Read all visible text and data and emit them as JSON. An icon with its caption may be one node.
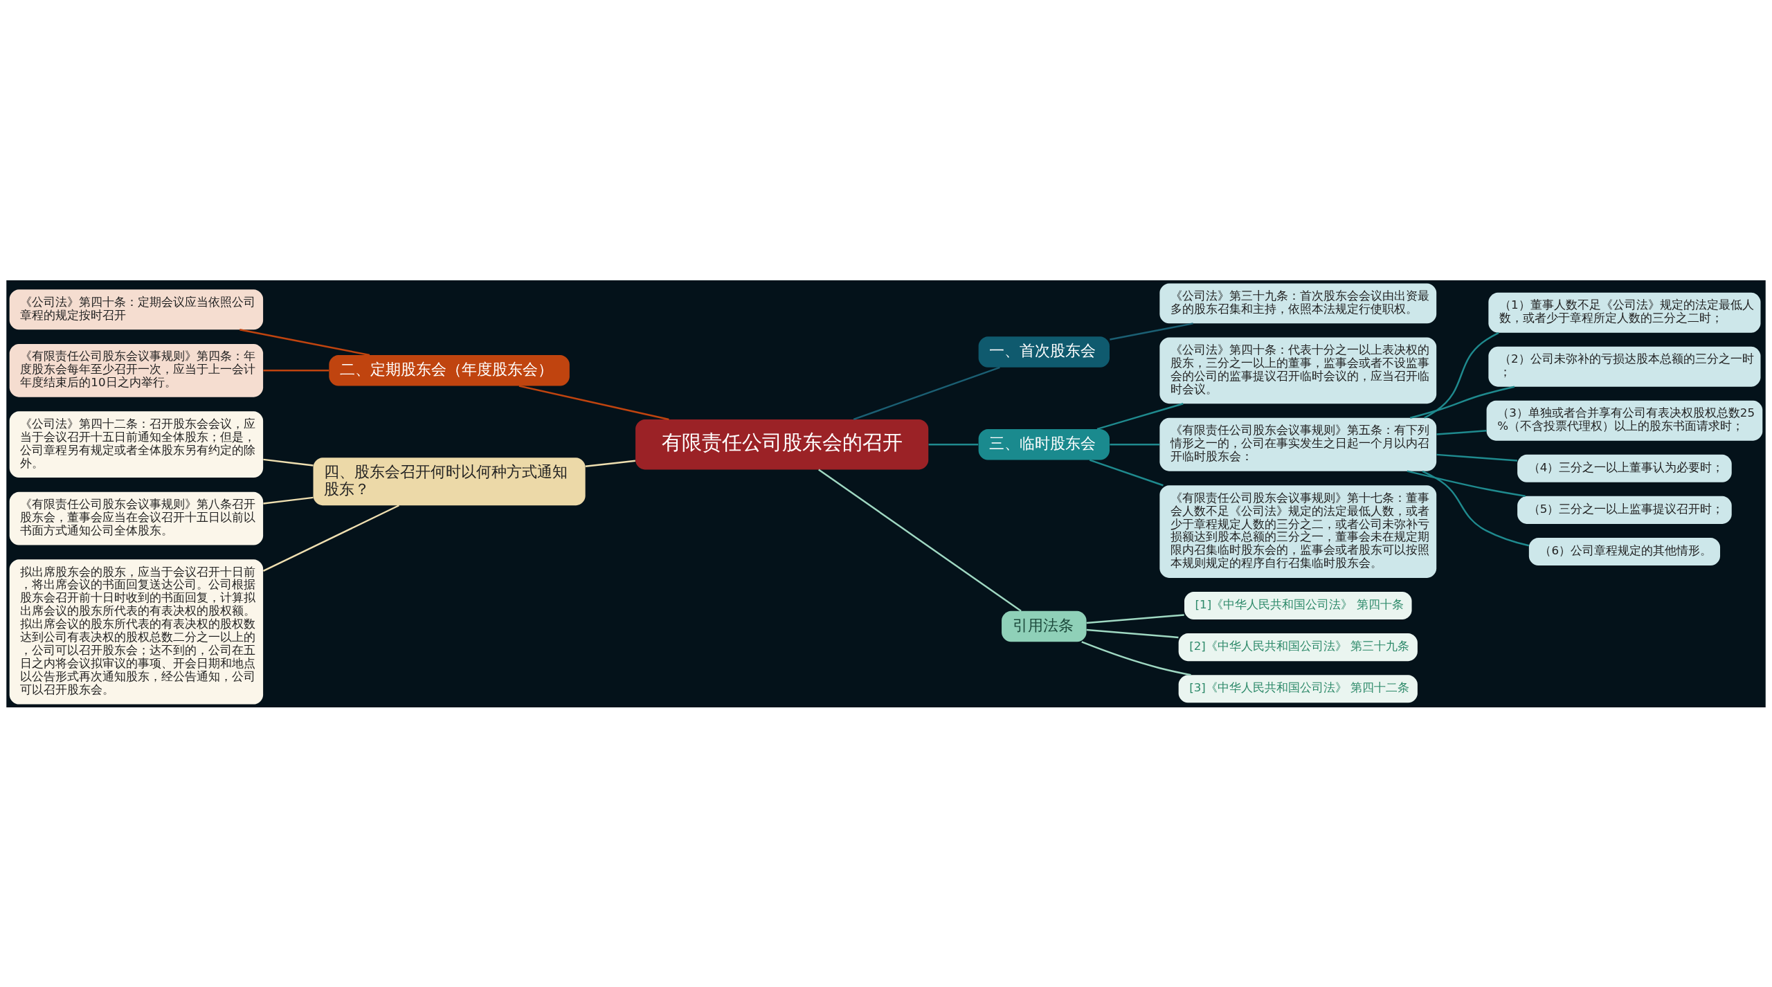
{
  "diagram": {
    "nodes": [
      {
        "text": [
          "有限责任公司股东会的召开"
        ]
      },
      {
        "text": [
          "一、首次股东会"
        ]
      },
      {
        "text": [
          "《公司法》第三十九条：首次股东会会议由出资最多的股东召集和主持，依照本法规定行使职权。"
        ]
      },
      {
        "text": [
          "二、定期股东会（年度股东会）"
        ]
      },
      {
        "text": [
          "《公司法》第四十条：定期会议应当依照公司章程的规定按时召开"
        ]
      },
      {
        "text": [
          "《有限责任公司股东会议事规则》第四条：年度股东会每年至少召开一次，应当于上一会计年度结束后的10日之内举行。"
        ]
      },
      {
        "text": [
          "三、临时股东会"
        ]
      },
      {
        "text": [
          "《公司法》第四十条：代表十分之一以上表决权的股东，三分之一以上的董事，监事会或者不设监事会的公司的监事提议召开临时会议的，应当召开临时会议。"
        ]
      },
      {
        "text": [
          "《有限责任公司股东会议事规则》第五条：有下列情形之一的，公司在事实发生之日起一个月以内召开临时股东会："
        ]
      },
      {
        "text": [
          "（1）董事人数不足《公司法》规定的法定最低人数，或者少于章程所定人数的三分之二时；"
        ]
      },
      {
        "text": [
          "（2）公司未弥补的亏损达股本总额的三分之一时；"
        ]
      },
      {
        "text": [
          "（3）单独或者合并享有公司有表决权股权总数25%（不含投票代理权）以上的股东书面请求时；"
        ]
      },
      {
        "text": [
          "（4）三分之一以上董事认为必要时；"
        ]
      },
      {
        "text": [
          "（5）三分之一以上监事提议召开时；"
        ]
      },
      {
        "text": [
          "（6）公司章程规定的其他情形。"
        ]
      },
      {
        "text": [
          "《有限责任公司股东会议事规则》第十七条：董事会人数不足《公司法》规定的法定最低人数，或者少于章程规定人数的三分之二，或者公司未弥补亏损额达到股本总额的三分之一，董事会未在规定期限内召集临时股东会的，监事会或者股东可以按照本规则规定的程序自行召集临时股东会。"
        ]
      },
      {
        "text": [
          "四、股东会召开何时以何种方式通知股东？"
        ]
      },
      {
        "text": [
          "《公司法》第四十二条：召开股东会会议，应当于会议召开十五日前通知全体股东；但是，公司章程另有规定或者全体股东另有约定的除外。"
        ]
      },
      {
        "text": [
          "《有限责任公司股东会议事规则》第八条召开股东会，董事会应当在会议召开十五日以前以书面方式通知公司全体股东。"
        ]
      },
      {
        "text": [
          "拟出席股东会的股东，应当于会议召开十日前，将出席会议的书面回复送达公司。公司根据股东会召开前十日时收到的书面回复，计算拟出席会议的股东所代表的有表决权的股权额。拟出席会议的股东所代表的有表决权的股权数达到公司有表决权的股权总数二分之一以上的，公司可以召开股东会；达不到的，公司在五日之内将会议拟审议的事项、开会日期和地点以公告形式再次通知股东，经公告通知，公司可以召开股东会。"
        ]
      },
      {
        "text": [
          "引用法条"
        ]
      },
      {
        "text": [
          "[1]《中华人民共和国公司法》 第四十条"
        ]
      },
      {
        "text": [
          "[2]《中华人民共和国公司法》 第三十九条"
        ]
      },
      {
        "text": [
          "[3]《中华人民共和国公司法》 第四十二条"
        ]
      }
    ],
    "edges": [
      {
        "from": 0,
        "to": 1,
        "arrow": "none",
        "color": "#1b5f73"
      },
      {
        "from": 1,
        "to": 2,
        "arrow": "none",
        "color": "#1b5f73"
      },
      {
        "from": 0,
        "to": 3,
        "arrow": "none",
        "color": "#c0440f"
      },
      {
        "from": 3,
        "to": 4,
        "arrow": "none",
        "color": "#c0440f"
      },
      {
        "from": 3,
        "to": 5,
        "arrow": "none",
        "color": "#c0440f"
      },
      {
        "from": 0,
        "to": 6,
        "arrow": "none",
        "color": "#1f8a8e"
      },
      {
        "from": 6,
        "to": 7,
        "arrow": "none",
        "color": "#1f8a8e"
      },
      {
        "from": 6,
        "to": 8,
        "arrow": "none",
        "color": "#1f8a8e"
      },
      {
        "from": 8,
        "to": 9,
        "arrow": "none",
        "color": "#1f8a8e"
      },
      {
        "from": 8,
        "to": 10,
        "arrow": "none",
        "color": "#1f8a8e"
      },
      {
        "from": 8,
        "to": 11,
        "arrow": "none",
        "color": "#1f8a8e"
      },
      {
        "from": 8,
        "to": 12,
        "arrow": "none",
        "color": "#1f8a8e"
      },
      {
        "from": 8,
        "to": 13,
        "arrow": "none",
        "color": "#1f8a8e"
      },
      {
        "from": 8,
        "to": 14,
        "arrow": "none",
        "color": "#1f8a8e"
      },
      {
        "from": 6,
        "to": 15,
        "arrow": "none",
        "color": "#1f8a8e"
      },
      {
        "from": 0,
        "to": 16,
        "arrow": "none",
        "color": "#efdfb0"
      },
      {
        "from": 16,
        "to": 17,
        "arrow": "none",
        "color": "#efdfb0"
      },
      {
        "from": 16,
        "to": 18,
        "arrow": "none",
        "color": "#efdfb0"
      },
      {
        "from": 16,
        "to": 19,
        "arrow": "none",
        "color": "#efdfb0"
      },
      {
        "from": 0,
        "to": 20,
        "arrow": "none",
        "color": "#9fd8c2"
      },
      {
        "from": 20,
        "to": 21,
        "arrow": "none",
        "color": "#9fd8c2"
      },
      {
        "from": 20,
        "to": 22,
        "arrow": "none",
        "color": "#9fd8c2"
      },
      {
        "from": 20,
        "to": 23,
        "arrow": "none",
        "color": "#9fd8c2"
      }
    ]
  }
}
